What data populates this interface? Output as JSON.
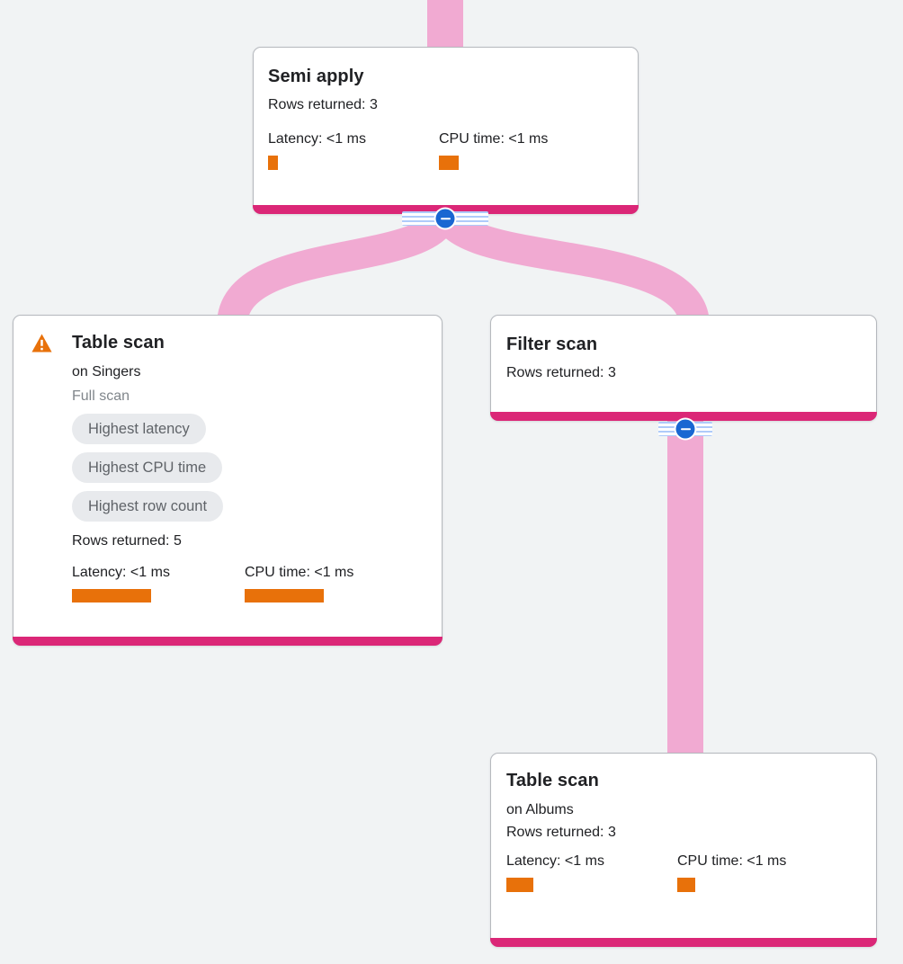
{
  "diagram": {
    "kind": "query-plan-tree",
    "background_color": "#f1f3f4",
    "edge_color": "#f1aad2",
    "node_accent_color": "#db2777",
    "metric_bar_color": "#e8710a",
    "badge_bg_color": "#e8eaed",
    "collapse_button_color": "#1967d2"
  },
  "icons": {
    "warning": "warning-triangle-icon",
    "collapse": "minus-circle-icon"
  },
  "nodes": {
    "semi_apply": {
      "title": "Semi apply",
      "rows_returned": "Rows returned: 3",
      "latency_label": "Latency: <1 ms",
      "cpu_label": "CPU time: <1 ms"
    },
    "table_scan_singers": {
      "title": "Table scan",
      "subtitle": "on Singers",
      "scan_type": "Full scan",
      "badges": [
        "Highest latency",
        "Highest CPU time",
        "Highest row count"
      ],
      "rows_returned": "Rows returned: 5",
      "latency_label": "Latency: <1 ms",
      "cpu_label": "CPU time: <1 ms"
    },
    "filter_scan": {
      "title": "Filter scan",
      "rows_returned": "Rows returned: 3"
    },
    "table_scan_albums": {
      "title": "Table scan",
      "subtitle": "on Albums",
      "rows_returned": "Rows returned: 3",
      "latency_label": "Latency: <1 ms",
      "cpu_label": "CPU time: <1 ms"
    }
  }
}
